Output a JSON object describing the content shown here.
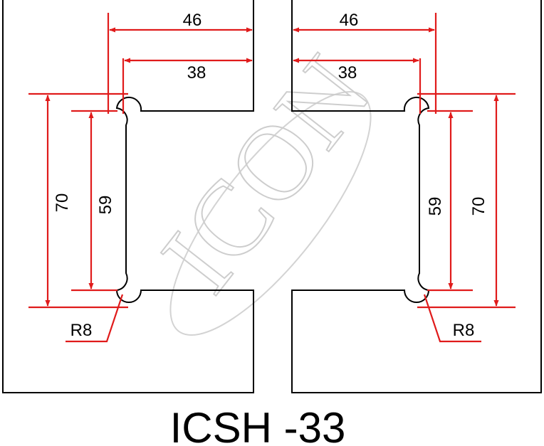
{
  "title": "ICSH -33",
  "watermark": "ICON",
  "colors": {
    "dimension": "#e01b1b",
    "outline": "#000000",
    "watermark": "#c8c8c8"
  },
  "left_part": {
    "width_outer": "46",
    "width_inner": "38",
    "height_outer": "70",
    "height_inner": "59",
    "radius": "R8"
  },
  "right_part": {
    "width_outer": "46",
    "width_inner": "38",
    "height_outer": "70",
    "height_inner": "59",
    "radius": "R8"
  }
}
